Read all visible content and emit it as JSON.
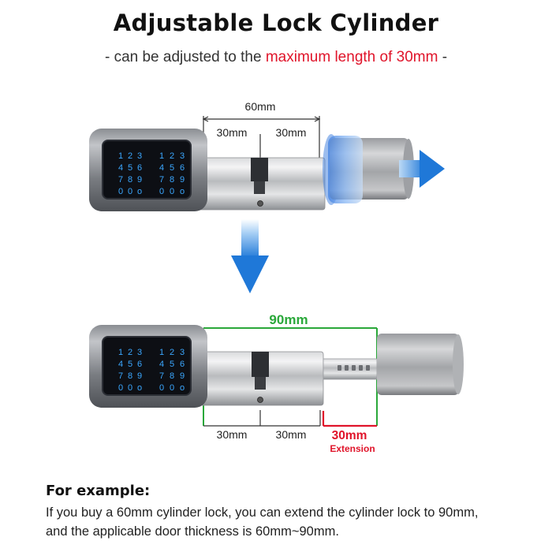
{
  "title": "Adjustable Lock Cylinder",
  "subtitle": {
    "prefix": "- can be adjusted to the ",
    "highlight": "maximum length of 30mm",
    "suffix": " -"
  },
  "top_diagram": {
    "total_label": "60mm",
    "left_label": "30mm",
    "right_label": "30mm"
  },
  "bottom_diagram": {
    "total_label": "90mm",
    "left_label": "30mm",
    "right_label": "30mm",
    "extension_label": "30mm",
    "extension_caption": "Extension"
  },
  "keypad": {
    "keys": [
      "1",
      "2",
      "3",
      "4",
      "5",
      "6",
      "7",
      "8",
      "9",
      "0",
      "0",
      "o"
    ]
  },
  "colors": {
    "accent_red": "#e0142a",
    "accent_green": "#2aa83a",
    "arrow_blue": "#2f86de"
  },
  "example": {
    "heading": "For example:",
    "line1": "If you buy a 60mm cylinder lock, you can extend the cylinder lock to 90mm,",
    "line2": "and the applicable door thickness is 60mm~90mm."
  }
}
